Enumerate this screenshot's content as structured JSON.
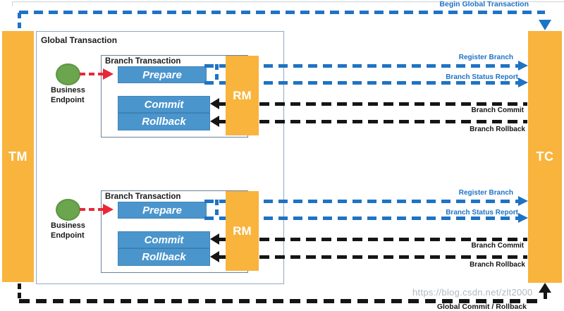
{
  "diagram": {
    "tm_label": "TM",
    "tc_label": "TC",
    "global_box_label": "Global Transaction",
    "begin_flow_label": "Begin Global Transaction",
    "global_commit_flow_label": "Global Commit / Rollback",
    "watermark": "https://blog.csdn.net/zlt2000",
    "branches": [
      {
        "box_label": "Branch Transaction",
        "endpoint_line1": "Business",
        "endpoint_line2": "Endpoint",
        "rm_label": "RM",
        "prepare_label": "Prepare",
        "commit_label": "Commit",
        "rollback_label": "Rollback",
        "register_label": "Register Branch",
        "status_label": "Branch Status Report",
        "branch_commit_label": "Branch Commit",
        "branch_rollback_label": "Branch Rollback"
      },
      {
        "box_label": "Branch Transaction",
        "endpoint_line1": "Business",
        "endpoint_line2": "Endpoint",
        "rm_label": "RM",
        "prepare_label": "Prepare",
        "commit_label": "Commit",
        "rollback_label": "Rollback",
        "register_label": "Register Branch",
        "status_label": "Branch Status Report",
        "branch_commit_label": "Branch Commit",
        "branch_rollback_label": "Branch Rollback"
      }
    ],
    "colors": {
      "actor_orange": "#f8b43d",
      "panel_blue": "#4b95cd",
      "flow_blue": "#1e73c4",
      "endpoint_green": "#6ba64e",
      "invoke_red": "#e82839",
      "flow_black": "#151515"
    }
  }
}
